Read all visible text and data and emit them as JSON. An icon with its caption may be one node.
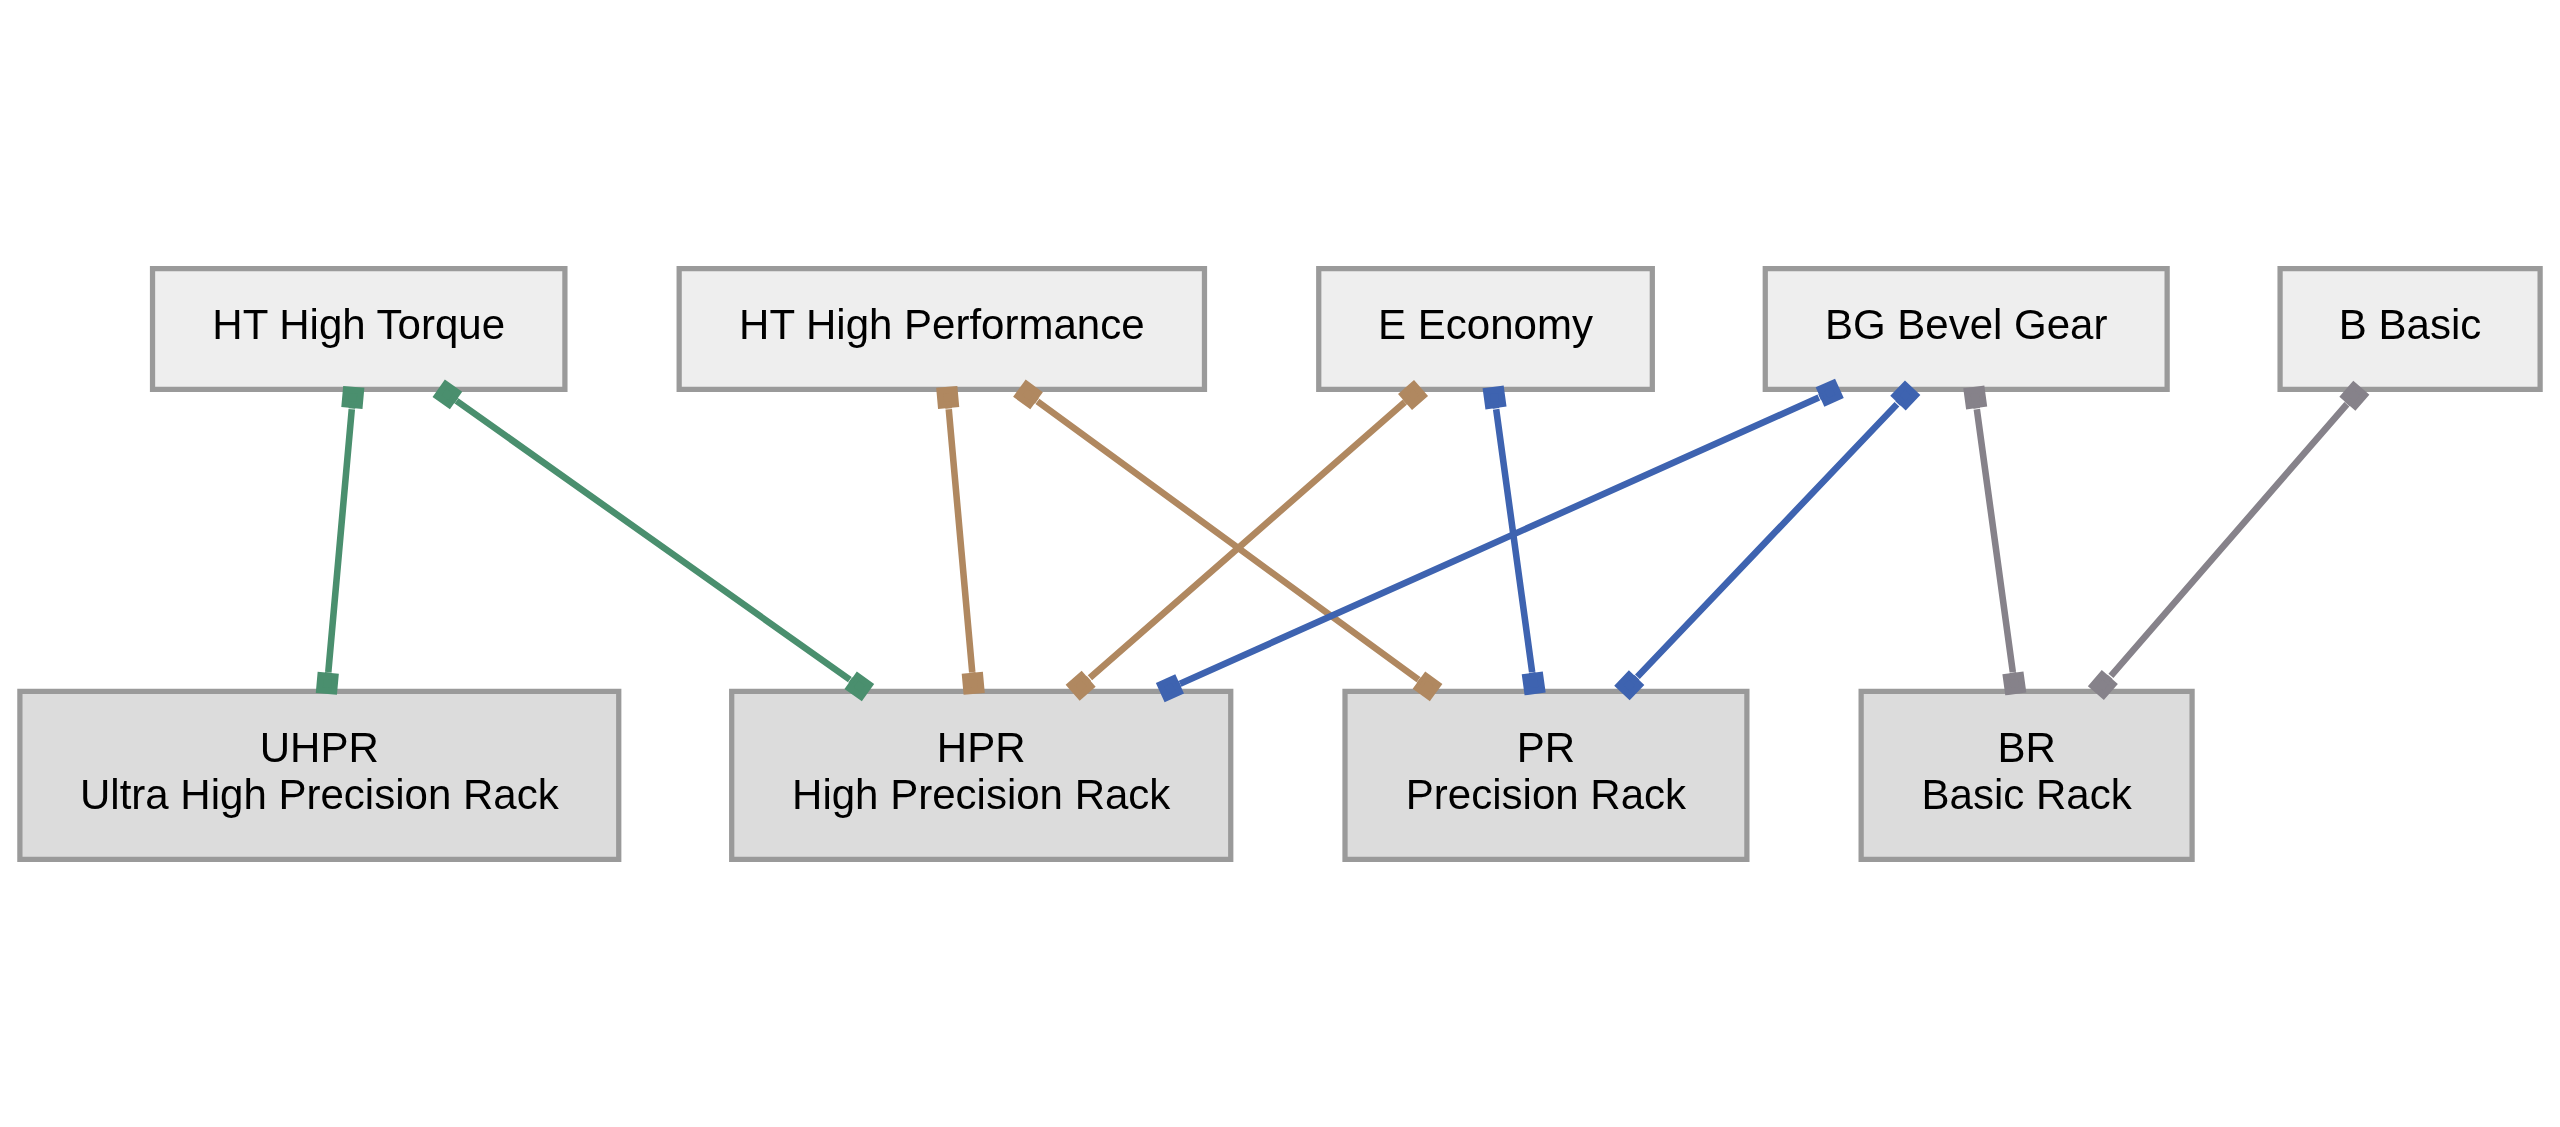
{
  "diagram": {
    "nodes": [
      {
        "text": [
          "HT High Torque"
        ]
      },
      {
        "text": [
          "HT High Performance"
        ]
      },
      {
        "text": [
          "E Economy"
        ]
      },
      {
        "text": [
          "BG Bevel Gear"
        ]
      },
      {
        "text": [
          "B Basic"
        ]
      },
      {
        "text": [
          "UHPR",
          "Ultra High Precision Rack"
        ]
      },
      {
        "text": [
          "HPR",
          "High Precision Rack"
        ]
      },
      {
        "text": [
          "PR",
          "Precision Rack"
        ]
      },
      {
        "text": [
          "BR",
          "Basic Rack"
        ]
      }
    ],
    "edges": [
      {
        "from": 0,
        "to": 5,
        "arrow": "other",
        "color": "#4a8f6e"
      },
      {
        "from": 0,
        "to": 6,
        "arrow": "other",
        "color": "#4a8f6e"
      },
      {
        "from": 1,
        "to": 6,
        "arrow": "other",
        "color": "#b08860"
      },
      {
        "from": 1,
        "to": 7,
        "arrow": "other",
        "color": "#b08860"
      },
      {
        "from": 2,
        "to": 7,
        "arrow": "other",
        "color": "#3e63b0"
      },
      {
        "from": 2,
        "to": 6,
        "arrow": "other",
        "color": "#b08860"
      },
      {
        "from": 3,
        "to": 6,
        "arrow": "other",
        "color": "#3e63b0"
      },
      {
        "from": 3,
        "to": 7,
        "arrow": "other",
        "color": "#3e63b0"
      },
      {
        "from": 3,
        "to": 8,
        "arrow": "other",
        "color": "#86828a"
      },
      {
        "from": 4,
        "to": 8,
        "arrow": "other",
        "color": "#86828a"
      }
    ]
  }
}
